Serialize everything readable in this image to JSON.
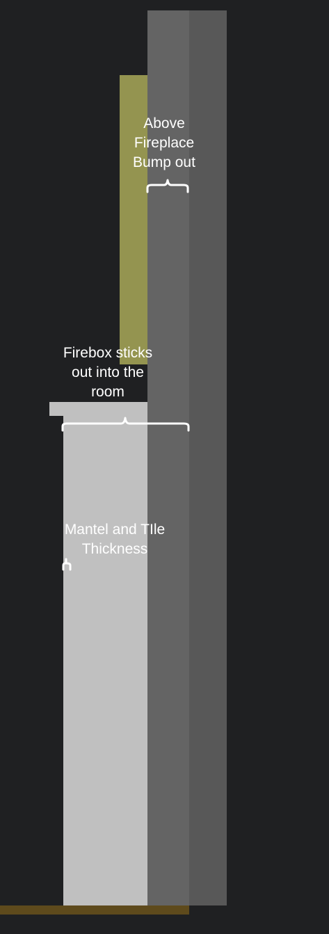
{
  "labels": {
    "above_bumpout": "Above\nFireplace\nBump out",
    "firebox_out": "Firebox sticks\nout into the\nroom",
    "mantel_tile": "Mantel and TIle\nThickness"
  },
  "colors": {
    "background": "#1f2022",
    "wall_back": "#585858",
    "wall_bumpout": "#646464",
    "accent_panel": "#949450",
    "firebox": "#c0c0c0",
    "floor": "#5e4a1c",
    "annotation": "#ffffff"
  }
}
